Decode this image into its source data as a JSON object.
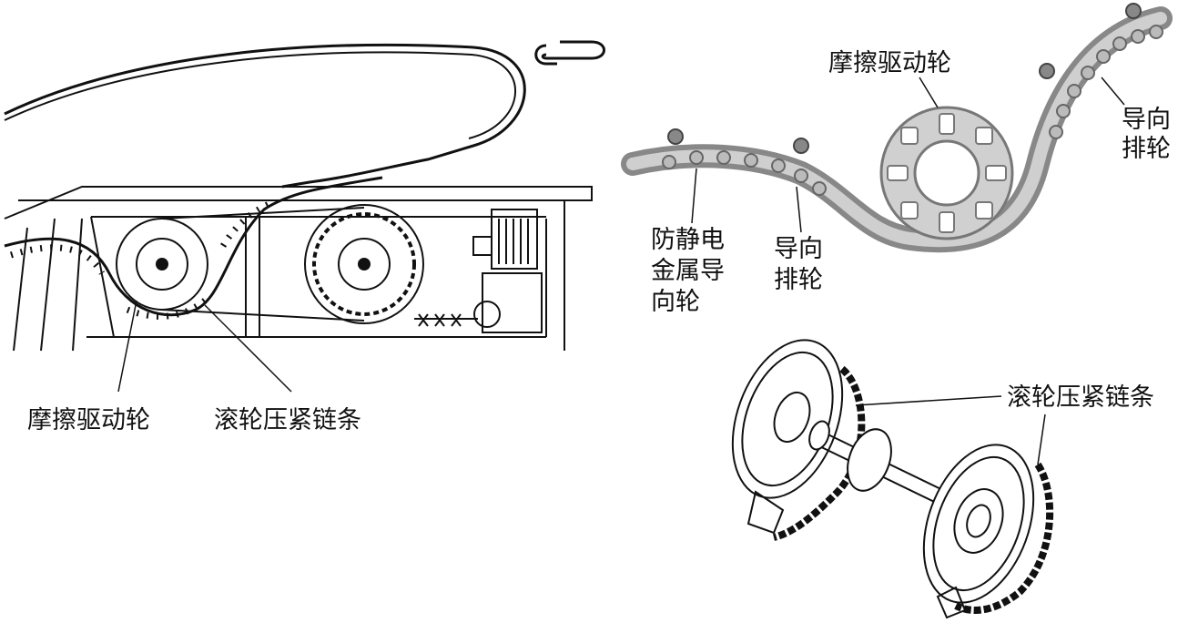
{
  "left_diagram": {
    "label_drive_wheel": "摩擦驱动轮",
    "label_roller_chain": "滚轮压紧链条"
  },
  "top_right_diagram": {
    "label_drive_wheel": "摩擦驱动轮",
    "label_guide_right": [
      "导向",
      "排轮"
    ],
    "label_guide_mid": [
      "导向",
      "排轮"
    ],
    "label_antistatic": [
      "防静电",
      "金属导",
      "向轮"
    ]
  },
  "bottom_right_diagram": {
    "label_roller_chain": "滚轮压紧链条"
  },
  "colors": {
    "line": "#111111",
    "belt_fill": "#b8b8b8",
    "wheel_fill": "#d0d0d0"
  }
}
